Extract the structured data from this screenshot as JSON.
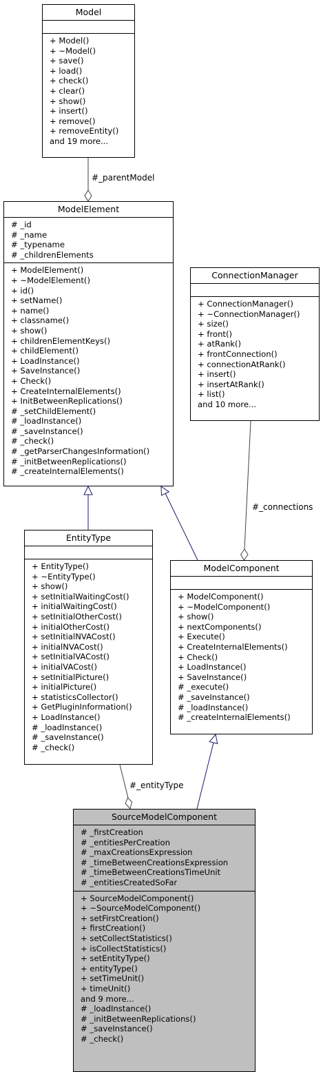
{
  "classes": {
    "model": {
      "name": "Model",
      "attributes": [],
      "methods": [
        "+ Model()",
        "+ ~Model()",
        "+ save()",
        "+ load()",
        "+ check()",
        "+ clear()",
        "+ show()",
        "+ insert()",
        "+ remove()",
        "+ removeEntity()",
        "and 19 more..."
      ]
    },
    "model_element": {
      "name": "ModelElement",
      "attributes": [
        "# _id",
        "# _name",
        "# _typename",
        "# _childrenElements"
      ],
      "methods": [
        "+ ModelElement()",
        "+ ~ModelElement()",
        "+ id()",
        "+ setName()",
        "+ name()",
        "+ classname()",
        "+ show()",
        "+ childrenElementKeys()",
        "+ childElement()",
        "+ LoadInstance()",
        "+ SaveInstance()",
        "+ Check()",
        "+ CreateInternalElements()",
        "+ InitBetweenReplications()",
        "# _setChildElement()",
        "# _loadInstance()",
        "# _saveInstance()",
        "# _check()",
        "# _getParserChangesInformation()",
        "# _initBetweenReplications()",
        "# _createInternalElements()"
      ]
    },
    "connection_manager": {
      "name": "ConnectionManager",
      "attributes": [],
      "methods": [
        "+ ConnectionManager()",
        "+ ~ConnectionManager()",
        "+ size()",
        "+ front()",
        "+ atRank()",
        "+ frontConnection()",
        "+ connectionAtRank()",
        "+ insert()",
        "+ insertAtRank()",
        "+ list()",
        "and 10 more..."
      ]
    },
    "entity_type": {
      "name": "EntityType",
      "attributes": [],
      "methods": [
        "+ EntityType()",
        "+ ~EntityType()",
        "+ show()",
        "+ setInitialWaitingCost()",
        "+ initialWaitingCost()",
        "+ setInitialOtherCost()",
        "+ initialOtherCost()",
        "+ setInitialNVACost()",
        "+ initialNVACost()",
        "+ setInitialVACost()",
        "+ initialVACost()",
        "+ setInitialPicture()",
        "+ initialPicture()",
        "+ statisticsCollector()",
        "+ GetPluginInformation()",
        "+ LoadInstance()",
        "# _loadInstance()",
        "# _saveInstance()",
        "# _check()"
      ]
    },
    "model_component": {
      "name": "ModelComponent",
      "attributes": [],
      "methods": [
        "+ ModelComponent()",
        "+ ~ModelComponent()",
        "+ show()",
        "+ nextComponents()",
        "+ Execute()",
        "+ CreateInternalElements()",
        "+ Check()",
        "+ LoadInstance()",
        "+ SaveInstance()",
        "# _execute()",
        "# _saveInstance()",
        "# _loadInstance()",
        "# _createInternalElements()"
      ]
    },
    "source_model_component": {
      "name": "SourceModelComponent",
      "attributes": [
        "# _firstCreation",
        "# _entitiesPerCreation",
        "# _maxCreationsExpression",
        "# _timeBetweenCreationsExpression",
        "# _timeBetweenCreationsTimeUnit",
        "# _entitiesCreatedSoFar"
      ],
      "methods": [
        "+ SourceModelComponent()",
        "+ ~SourceModelComponent()",
        "+ setFirstCreation()",
        "+ firstCreation()",
        "+ setCollectStatistics()",
        "+ isCollectStatistics()",
        "+ setEntityType()",
        "+ entityType()",
        "+ setTimeUnit()",
        "+ timeUnit()",
        "and 9 more...",
        "# _loadInstance()",
        "# _initBetweenReplications()",
        "# _saveInstance()",
        "# _check()"
      ]
    }
  },
  "edge_labels": {
    "parent_model": "#_parentModel",
    "connections": "#_connections",
    "entity_type": "#_entityType"
  },
  "colors": {
    "inheritance_edge": "#191970",
    "association_edge": "#404040",
    "highlight_fill": "#bfbfbf"
  }
}
